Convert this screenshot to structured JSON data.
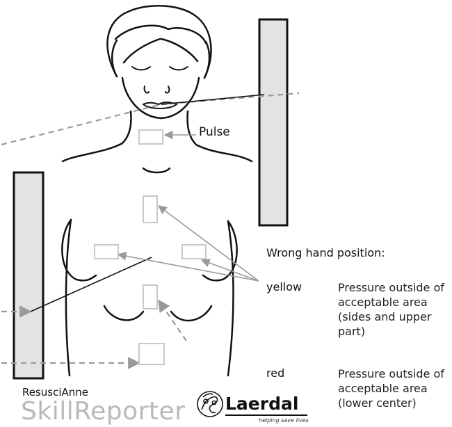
{
  "labels": {
    "pulse": "Pulse",
    "wrong_hand_position": "Wrong hand position:"
  },
  "legend": {
    "yellow": {
      "key": "yellow",
      "description": "Pressure outside of acceptable area (sides and upper part)"
    },
    "red": {
      "key": "red",
      "description": "Pressure outside of acceptable area (lower center)"
    }
  },
  "brand": {
    "product_line": "ResusciAnne",
    "product_name": "SkillReporter",
    "company": "Laerdal",
    "tagline": "helping save lives"
  },
  "colors": {
    "indicator_fill": "#e3e3e3",
    "outline": "#111111",
    "dashed_line": "#9a9a9a",
    "arrow": "#9a9a9a",
    "zone": "#c8c8c8"
  }
}
